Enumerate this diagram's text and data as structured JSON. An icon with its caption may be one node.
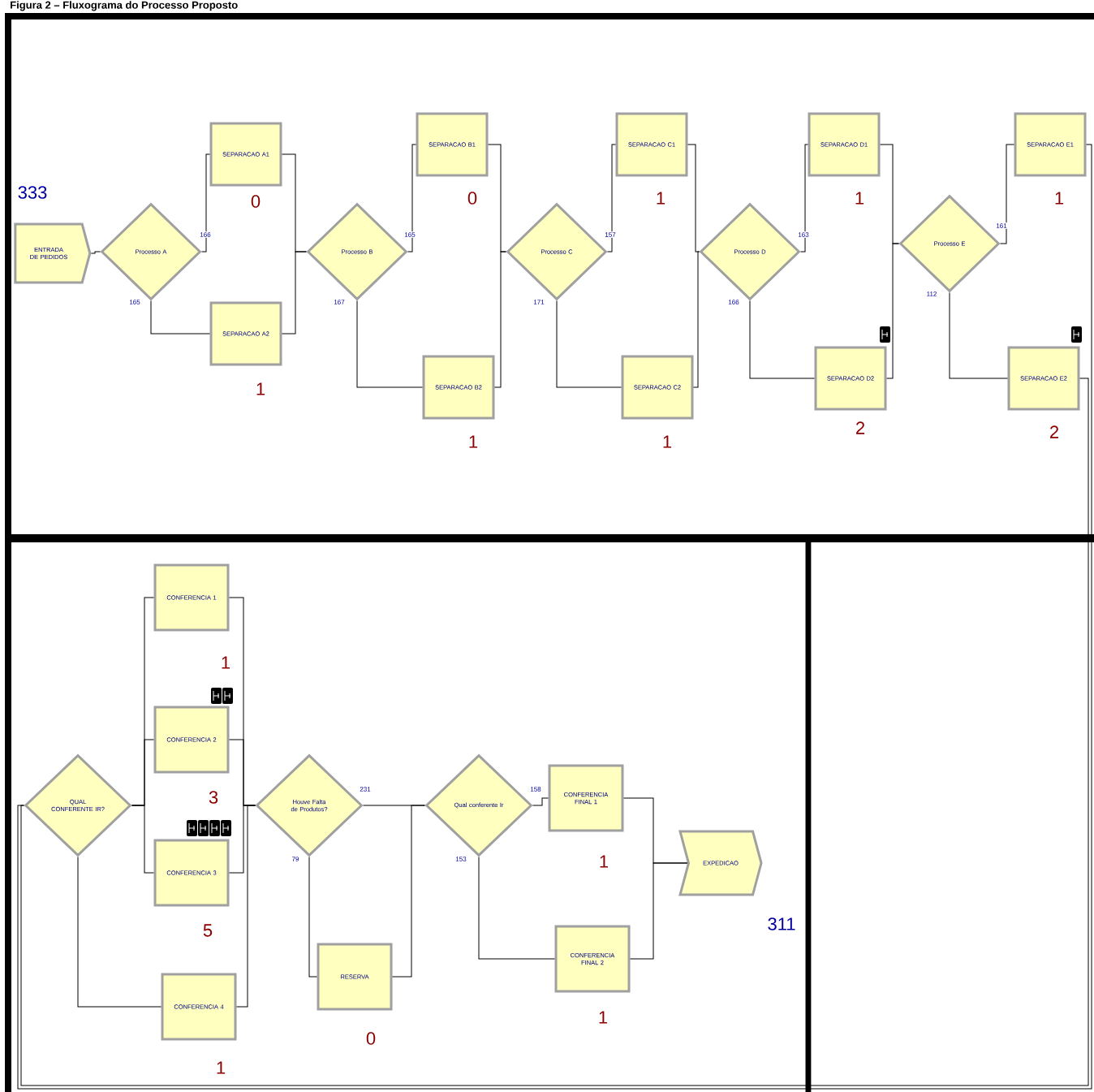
{
  "diagram": {
    "title": "Figura 2 – Fluxograma do Processo Proposto",
    "nodes": [
      {
        "text": [
          "ENTRADA DE PEDIDOS"
        ],
        "beside": [
          "333"
        ]
      },
      {
        "text": [
          "Processo A"
        ]
      },
      {
        "text": [
          "SEPARACAO A1"
        ],
        "beside": [
          "0"
        ]
      },
      {
        "text": [
          "SEPARACAO A2"
        ],
        "beside": [
          "1"
        ]
      },
      {
        "text": [
          "Processo B"
        ]
      },
      {
        "text": [
          "SEPARACAO B1"
        ],
        "beside": [
          "0"
        ]
      },
      {
        "text": [
          "SEPARACAO B2"
        ],
        "beside": [
          "1"
        ]
      },
      {
        "text": [
          "Processo C"
        ]
      },
      {
        "text": [
          "SEPARACAO C1"
        ],
        "beside": [
          "1"
        ]
      },
      {
        "text": [
          "SEPARACAO C2"
        ],
        "beside": [
          "1"
        ]
      },
      {
        "text": [
          "Processo D"
        ]
      },
      {
        "text": [
          "SEPARACAO D1"
        ],
        "beside": [
          "1"
        ]
      },
      {
        "text": [
          "SEPARACAO D2"
        ],
        "beside": [
          "2"
        ]
      },
      {
        "text": [
          "Processo E"
        ]
      },
      {
        "text": [
          "SEPARACAO E1"
        ],
        "beside": [
          "1"
        ]
      },
      {
        "text": [
          "SEPARACAO E2"
        ],
        "beside": [
          "2"
        ]
      },
      {
        "text": [
          "QUAL CONFERENTE IR?"
        ]
      },
      {
        "text": [
          "CONFERENCIA 1"
        ],
        "beside": [
          "1"
        ]
      },
      {
        "text": [
          "CONFERENCIA 2"
        ],
        "beside": [
          "3"
        ]
      },
      {
        "text": [
          "CONFERENCIA 3"
        ],
        "beside": [
          "5"
        ]
      },
      {
        "text": [
          "CONFERENCIA 4"
        ],
        "beside": [
          "1"
        ]
      },
      {
        "text": [
          "Houve Falta de Produtos?"
        ]
      },
      {
        "text": [
          "RESERVA"
        ],
        "beside": [
          "0"
        ]
      },
      {
        "text": [
          "Qual conferente Ir"
        ]
      },
      {
        "text": [
          "CONFERENCIA FINAL 1"
        ],
        "beside": [
          "1"
        ]
      },
      {
        "text": [
          "CONFERENCIA FINAL 2"
        ],
        "beside": [
          "1"
        ]
      },
      {
        "text": [
          "EXPEDICAO"
        ],
        "beside": [
          "311"
        ]
      }
    ],
    "edges": [
      {
        "from": 0,
        "to": 1,
        "arrow": "none"
      },
      {
        "from": 1,
        "to": 2,
        "arrow": "none",
        "label": "166"
      },
      {
        "from": 1,
        "to": 3,
        "arrow": "none",
        "label": "165"
      },
      {
        "from": 2,
        "to": 4,
        "arrow": "none"
      },
      {
        "from": 3,
        "to": 4,
        "arrow": "none"
      },
      {
        "from": 4,
        "to": 5,
        "arrow": "none",
        "label": "165"
      },
      {
        "from": 4,
        "to": 6,
        "arrow": "none",
        "label": "167"
      },
      {
        "from": 5,
        "to": 7,
        "arrow": "none"
      },
      {
        "from": 6,
        "to": 7,
        "arrow": "none"
      },
      {
        "from": 7,
        "to": 8,
        "arrow": "none",
        "label": "157"
      },
      {
        "from": 7,
        "to": 9,
        "arrow": "none",
        "label": "171"
      },
      {
        "from": 8,
        "to": 10,
        "arrow": "none"
      },
      {
        "from": 9,
        "to": 10,
        "arrow": "none"
      },
      {
        "from": 10,
        "to": 11,
        "arrow": "none",
        "label": "163"
      },
      {
        "from": 10,
        "to": 12,
        "arrow": "none",
        "label": "166"
      },
      {
        "from": 11,
        "to": 13,
        "arrow": "none"
      },
      {
        "from": 12,
        "to": 13,
        "arrow": "none"
      },
      {
        "from": 13,
        "to": 14,
        "arrow": "none",
        "label": "161"
      },
      {
        "from": 13,
        "to": 15,
        "arrow": "none",
        "label": "112"
      },
      {
        "from": 14,
        "to": 16,
        "arrow": "none"
      },
      {
        "from": 15,
        "to": 16,
        "arrow": "none"
      },
      {
        "from": 16,
        "to": 17,
        "arrow": "none"
      },
      {
        "from": 16,
        "to": 18,
        "arrow": "none"
      },
      {
        "from": 16,
        "to": 19,
        "arrow": "none"
      },
      {
        "from": 16,
        "to": 20,
        "arrow": "none"
      },
      {
        "from": 17,
        "to": 21,
        "arrow": "none"
      },
      {
        "from": 18,
        "to": 21,
        "arrow": "none"
      },
      {
        "from": 19,
        "to": 21,
        "arrow": "none"
      },
      {
        "from": 20,
        "to": 21,
        "arrow": "none"
      },
      {
        "from": 21,
        "to": 23,
        "arrow": "none",
        "label": "231"
      },
      {
        "from": 21,
        "to": 22,
        "arrow": "none",
        "label": "79"
      },
      {
        "from": 22,
        "to": 23,
        "arrow": "none"
      },
      {
        "from": 23,
        "to": 24,
        "arrow": "none",
        "label": "158"
      },
      {
        "from": 23,
        "to": 25,
        "arrow": "none",
        "label": "153"
      },
      {
        "from": 24,
        "to": 26,
        "arrow": "none"
      },
      {
        "from": 25,
        "to": 26,
        "arrow": "none"
      }
    ]
  }
}
